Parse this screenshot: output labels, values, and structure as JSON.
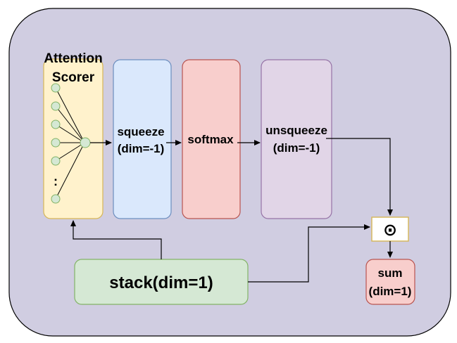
{
  "diagram": {
    "attention_scorer": {
      "line1": "Attention",
      "line2": "Scorer",
      "dots_label": ":"
    },
    "squeeze": {
      "line1": "squeeze",
      "line2": "(dim=-1)"
    },
    "softmax": {
      "label": "softmax"
    },
    "unsqueeze": {
      "line1": "unsqueeze",
      "line2": "(dim=-1)"
    },
    "multiply": {
      "symbol": "⊙"
    },
    "sum": {
      "line1": "sum",
      "line2": "(dim=1)"
    },
    "stack": {
      "label": "stack(dim=1)"
    }
  },
  "colors": {
    "background_panel": "#d0cde1",
    "attention_fill": "#fff2cc",
    "attention_stroke": "#d6b656",
    "squeeze_fill": "#dae8fc",
    "squeeze_stroke": "#6c8ebf",
    "softmax_fill": "#f8cecc",
    "softmax_stroke": "#b85450",
    "unsqueeze_fill": "#e1d5e7",
    "unsqueeze_stroke": "#9673a6",
    "stack_fill": "#d5e8d4",
    "stack_stroke": "#82b366",
    "node_fill": "#d5e8d4",
    "node_stroke": "#82b366"
  }
}
